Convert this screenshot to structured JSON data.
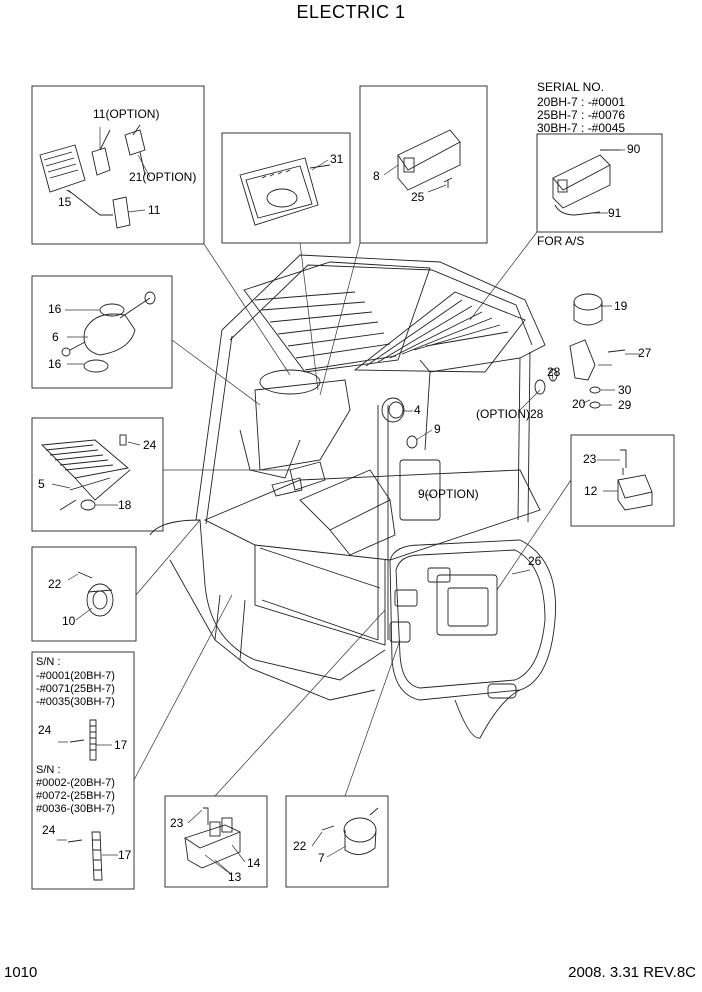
{
  "title": "ELECTRIC 1",
  "page_number": "1010",
  "revision": "2008. 3.31 REV.8C",
  "serial_note": {
    "heading": "SERIAL NO.",
    "line1": "20BH-7 : -#0001",
    "line2": "25BH-7 : -#0076",
    "line3": "30BH-7 : -#0045",
    "footer": "FOR A/S"
  },
  "sn_note": {
    "heading1": "S/N :",
    "a1": "-#0001(20BH-7)",
    "a2": "-#0071(25BH-7)",
    "a3": "-#0035(30BH-7)",
    "heading2": "S/N :",
    "b1": "#0002-(20BH-7)",
    "b2": "#0072-(25BH-7)",
    "b3": "#0036-(30BH-7)"
  },
  "callouts": {
    "c11_option": "11(OPTION)",
    "c21_option": "21(OPTION)",
    "c15": "15",
    "c11": "11",
    "c31": "31",
    "c8": "8",
    "c25": "25",
    "c90": "90",
    "c91": "91",
    "c16a": "16",
    "c6": "6",
    "c16b": "16",
    "c19": "19",
    "c27": "27",
    "c28": "28",
    "c30": "30",
    "c20": "20",
    "c29": "29",
    "c4": "4",
    "c9": "9",
    "c28_option": "(OPTION)28",
    "c9_option": "9(OPTION)",
    "c24a": "24",
    "c5": "5",
    "c18": "18",
    "c23a": "23",
    "c12": "12",
    "c22a": "22",
    "c10": "10",
    "c26": "26",
    "c24b": "24",
    "c17a": "17",
    "c24c": "24",
    "c17b": "17",
    "c23b": "23",
    "c14": "14",
    "c13": "13",
    "c22b": "22",
    "c7": "7"
  }
}
